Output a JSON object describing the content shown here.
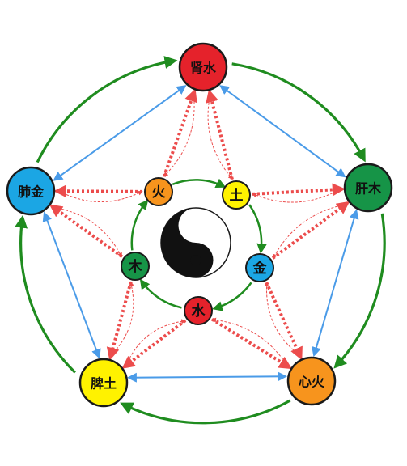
{
  "outer_nodes": [
    {
      "id": "kidney",
      "label": "肾水",
      "color": "#e5222b"
    },
    {
      "id": "liver",
      "label": "肝木",
      "color": "#169447"
    },
    {
      "id": "heart",
      "label": "心火",
      "color": "#f7941d"
    },
    {
      "id": "spleen",
      "label": "脾土",
      "color": "#fff200"
    },
    {
      "id": "lung",
      "label": "肺金",
      "color": "#1ba6e4"
    }
  ],
  "inner_nodes": [
    {
      "id": "fire",
      "label": "火",
      "color": "#f7941d"
    },
    {
      "id": "earth",
      "label": "土",
      "color": "#fff200"
    },
    {
      "id": "metal",
      "label": "金",
      "color": "#1ba6e4"
    },
    {
      "id": "water",
      "label": "水",
      "color": "#e5222b"
    },
    {
      "id": "wood",
      "label": "木",
      "color": "#169447"
    }
  ],
  "center_symbol": "yin-yang-icon",
  "colors": {
    "generating_cycle": "#1f8c1f",
    "outer_links": "#4a9be8",
    "controlling_links": "#ec4c4c",
    "node_outline": "#1a1a1a"
  }
}
